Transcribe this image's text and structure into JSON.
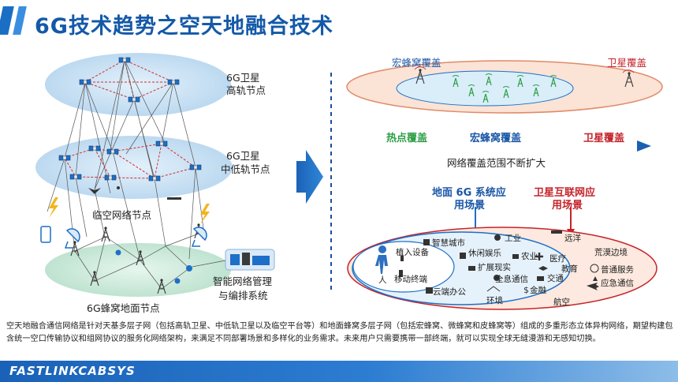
{
  "title": "6G技术趋势之空天地融合技术",
  "left": {
    "high_orbit": [
      "6G卫星",
      "高轨节点"
    ],
    "low_orbit": [
      "6G卫星",
      "中低轨节点"
    ],
    "air": "临空网络节点",
    "ground": "6G蜂窝地面节点",
    "mgmt": [
      "智能网络管理",
      "与编排系统"
    ]
  },
  "right": {
    "macro": "宏蜂窝覆盖",
    "satellite": "卫星覆盖",
    "arrow_labels": [
      "热点覆盖",
      "宏蜂窝覆盖",
      "卫星覆盖"
    ],
    "arrow_caption": "网络覆盖范围不断扩大",
    "ground_app": [
      "地面 6G 系统应",
      "用场景"
    ],
    "sat_app": [
      "卫星互联网应",
      "用场景"
    ],
    "person": "人",
    "scenes": [
      "智慧城市",
      "工业",
      "植入设备",
      "休闲娱乐",
      "农业",
      "扩展现实",
      "医疗",
      "移动终端",
      "全息通信",
      "教育",
      "交通",
      "云端办公",
      "金融",
      "环境",
      "航空",
      "远洋",
      "荒漠边境",
      "普通服务",
      "应急通信"
    ]
  },
  "description": "空天地融合通信网络是针对天基多层子网（包括高轨卫星、中低轨卫星以及临空平台等）和地面蜂窝多层子网（包括宏蜂窝、微蜂窝和皮蜂窝等）组成的多重形态立体异构网络，期望构建包含统一空口传输协议和组网协议的服务化网络架构，来满足不同部署场景和多样化的业务需求。未来用户只需要携带一部终端，就可以实现全球无缝漫游和无感知切换。",
  "brand": "FASTLINKCABSYS",
  "colors": {
    "primary": "#1a6fc4",
    "accent_red": "#c4242a",
    "green": "#2e9e46"
  }
}
